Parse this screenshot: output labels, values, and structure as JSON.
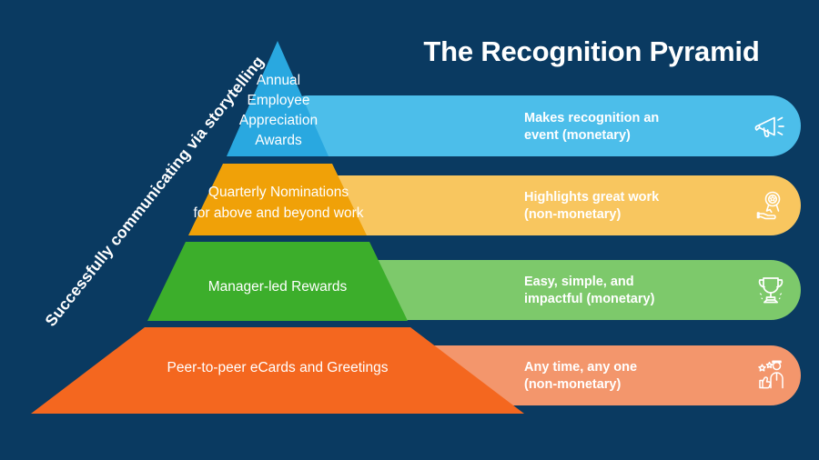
{
  "header": {
    "title": "The Recognition Pyramid"
  },
  "tagline": {
    "text": "Successfully communicating via storytelling"
  },
  "colors": {
    "background": "#0a3a61",
    "tier1_pyramid": "#29a8e0",
    "tier1_bar": "#4cbeea",
    "tier2_pyramid": "#f0a108",
    "tier2_bar": "#f8c65f",
    "tier3_pyramid": "#3cae2b",
    "tier3_bar": "#7dc96b",
    "tier4_pyramid": "#f4671f",
    "tier4_bar": "#f3966c",
    "text": "#ffffff"
  },
  "chart_data": {
    "type": "pyramid",
    "title": "The Recognition Pyramid",
    "annotation": "Successfully communicating via storytelling",
    "levels": [
      {
        "rank": 1,
        "position": "top",
        "label": "Annual Employee Appreciation Awards",
        "label_lines": [
          "Annual",
          "Employee",
          "Appreciation",
          "Awards"
        ],
        "benefit": "Makes recognition an event (monetary)",
        "benefit_lines": [
          "Makes recognition an",
          "event (monetary)"
        ],
        "cost_type": "monetary",
        "icon": "megaphone-icon",
        "pyramid_color": "#29a8e0",
        "bar_color": "#4cbeea"
      },
      {
        "rank": 2,
        "position": "upper-middle",
        "label": "Quarterly Nominations for above and beyond work",
        "label_lines": [
          "Quarterly Nominations",
          "for above and beyond work"
        ],
        "benefit": "Highlights great work (non-monetary)",
        "benefit_lines": [
          "Highlights great work",
          "(non-monetary)"
        ],
        "cost_type": "non-monetary",
        "icon": "award-in-hand-icon",
        "pyramid_color": "#f0a108",
        "bar_color": "#f8c65f"
      },
      {
        "rank": 3,
        "position": "lower-middle",
        "label": "Manager-led Rewards",
        "label_lines": [
          "Manager-led Rewards"
        ],
        "benefit": "Easy, simple, and impactful (monetary)",
        "benefit_lines": [
          "Easy, simple, and",
          "impactful (monetary)"
        ],
        "cost_type": "monetary",
        "icon": "trophy-icon",
        "pyramid_color": "#3cae2b",
        "bar_color": "#7dc96b"
      },
      {
        "rank": 4,
        "position": "base",
        "label": "Peer-to-peer eCards and Greetings",
        "label_lines": [
          "Peer-to-peer eCards and Greetings"
        ],
        "benefit": "Any time, any one (non-monetary)",
        "benefit_lines": [
          "Any time, any one",
          "(non-monetary)"
        ],
        "cost_type": "non-monetary",
        "icon": "person-thumbs-up-stars-icon",
        "pyramid_color": "#f4671f",
        "bar_color": "#f3966c"
      }
    ]
  }
}
